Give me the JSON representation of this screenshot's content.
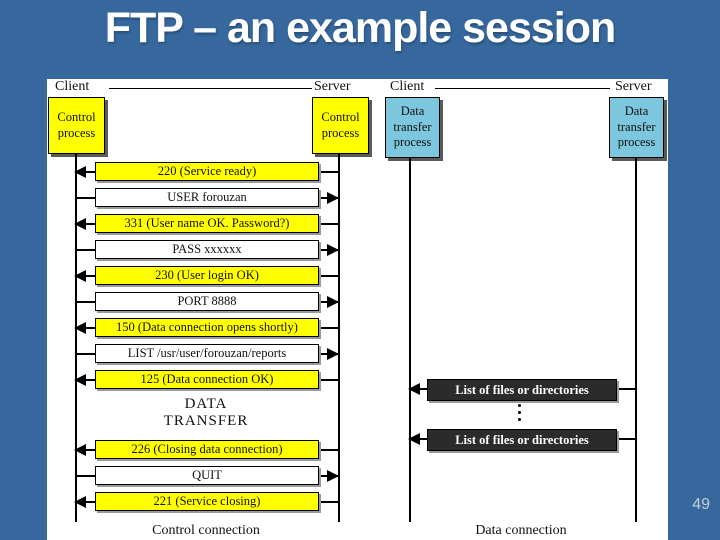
{
  "slide": {
    "title": "FTP – an example session",
    "page_number": "49"
  },
  "colors": {
    "background": "#36689E",
    "panel": "#FFFFFF",
    "reply_fill": "#FFFF00",
    "command_fill": "#FFFFFF",
    "control_process_fill": "#FFFF00",
    "data_process_fill": "#7CC7DE",
    "data_block_fill": "#2B2B2B",
    "line": "#000000",
    "title_text": "#FFFFFF",
    "page_number_text": "#C3CFDD"
  },
  "control_panel": {
    "client_label": "Client",
    "server_label": "Server",
    "client_process": "Control process",
    "server_process": "Control process",
    "messages": [
      {
        "text": "220 (Service ready)",
        "type": "reply",
        "direction": "to-client"
      },
      {
        "text": "USER forouzan",
        "type": "command",
        "direction": "to-server"
      },
      {
        "text": "331 (User name OK. Password?)",
        "type": "reply",
        "direction": "to-client"
      },
      {
        "text": "PASS xxxxxx",
        "type": "command",
        "direction": "to-server"
      },
      {
        "text": "230 (User login OK)",
        "type": "reply",
        "direction": "to-client"
      },
      {
        "text": "PORT 8888",
        "type": "command",
        "direction": "to-server"
      },
      {
        "text": "150 (Data connection opens shortly)",
        "type": "reply",
        "direction": "to-client"
      },
      {
        "text": "LIST /usr/user/forouzan/reports",
        "type": "command",
        "direction": "to-server"
      },
      {
        "text": "125 (Data connection OK)",
        "type": "reply",
        "direction": "to-client"
      },
      {
        "text": "226 (Closing data connection)",
        "type": "reply",
        "direction": "to-client"
      },
      {
        "text": "QUIT",
        "type": "command",
        "direction": "to-server"
      },
      {
        "text": "221 (Service closing)",
        "type": "reply",
        "direction": "to-client"
      }
    ],
    "data_transfer_note_line1": "DATA",
    "data_transfer_note_line2": "TRANSFER",
    "footer": "Control connection"
  },
  "data_panel": {
    "client_label": "Client",
    "server_label": "Server",
    "client_process": "Data transfer process",
    "server_process": "Data transfer process",
    "transfers": [
      {
        "text": "List of files or directories",
        "direction": "to-client"
      },
      {
        "text": "List of files or directories",
        "direction": "to-client"
      }
    ],
    "footer": "Data connection"
  }
}
